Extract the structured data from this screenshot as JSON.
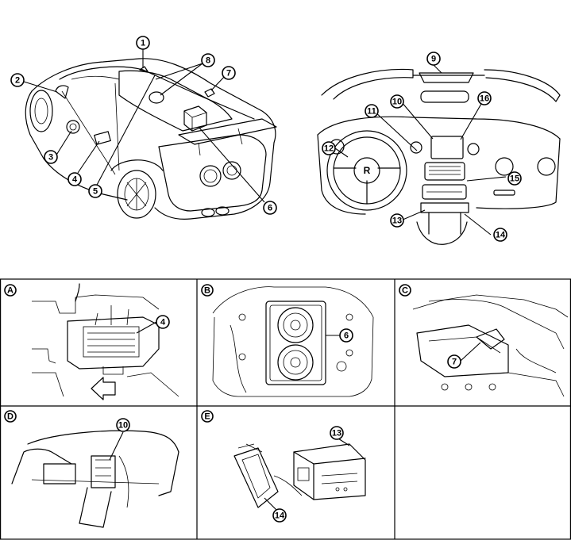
{
  "figure": {
    "overview_callouts": [
      {
        "id": "c1",
        "label": "1"
      },
      {
        "id": "c2",
        "label": "2"
      },
      {
        "id": "c3",
        "label": "3"
      },
      {
        "id": "c4",
        "label": "4"
      },
      {
        "id": "c5",
        "label": "5"
      },
      {
        "id": "c6",
        "label": "6"
      },
      {
        "id": "c7",
        "label": "7"
      },
      {
        "id": "c8",
        "label": "8"
      },
      {
        "id": "c9",
        "label": "9"
      },
      {
        "id": "c10",
        "label": "10"
      },
      {
        "id": "c11",
        "label": "11"
      },
      {
        "id": "c12",
        "label": "12"
      },
      {
        "id": "c13",
        "label": "13"
      },
      {
        "id": "c14",
        "label": "14"
      },
      {
        "id": "c15",
        "label": "15"
      },
      {
        "id": "c16",
        "label": "16"
      }
    ],
    "panels": [
      {
        "letter": "A",
        "callouts": [
          "4"
        ]
      },
      {
        "letter": "B",
        "callouts": [
          "6"
        ]
      },
      {
        "letter": "C",
        "callouts": [
          "7"
        ]
      },
      {
        "letter": "D",
        "callouts": [
          "10"
        ]
      },
      {
        "letter": "E",
        "callouts": [
          "13",
          "14"
        ]
      }
    ]
  }
}
